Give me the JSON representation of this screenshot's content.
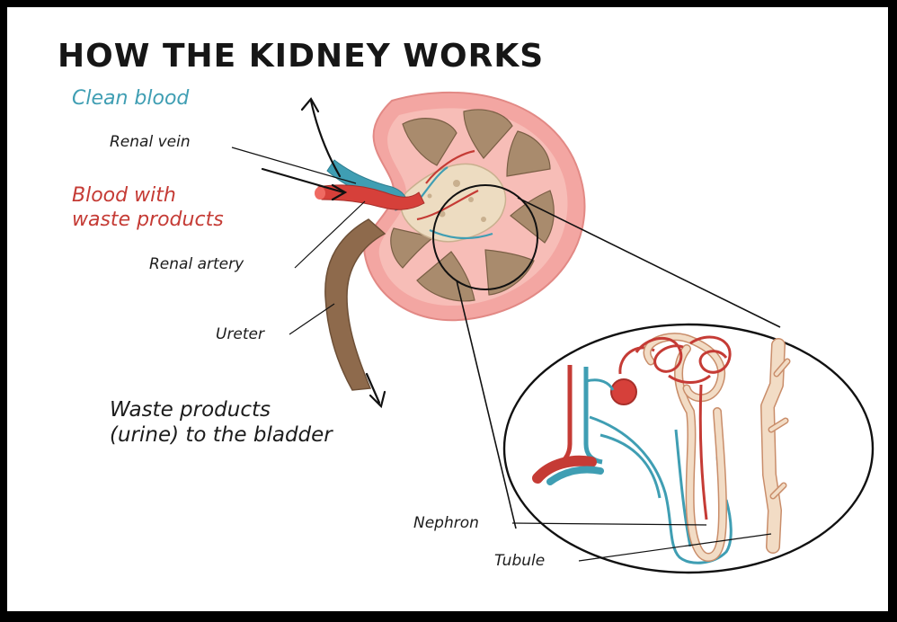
{
  "title": "HOW THE KIDNEY WORKS",
  "labels": {
    "clean_blood": "Clean blood",
    "renal_vein": "Renal vein",
    "blood_waste_line1": "Blood with",
    "blood_waste_line2": "waste products",
    "renal_artery": "Renal artery",
    "ureter": "Ureter",
    "waste_line1": "Waste products",
    "waste_line2": "(urine) to the bladder",
    "nephron": "Nephron",
    "tubule": "Tubule"
  },
  "colors": {
    "frame": "#000000",
    "title": "#161616",
    "clean_blood": "#3f9eb3",
    "blood_with_waste": "#c53b35",
    "cortex": "#f3a6a2",
    "medulla": "#a98b6d",
    "pelvis": "#eddcc1",
    "ureter": "#8e6a4c",
    "tubule": "#f2dcc5"
  }
}
